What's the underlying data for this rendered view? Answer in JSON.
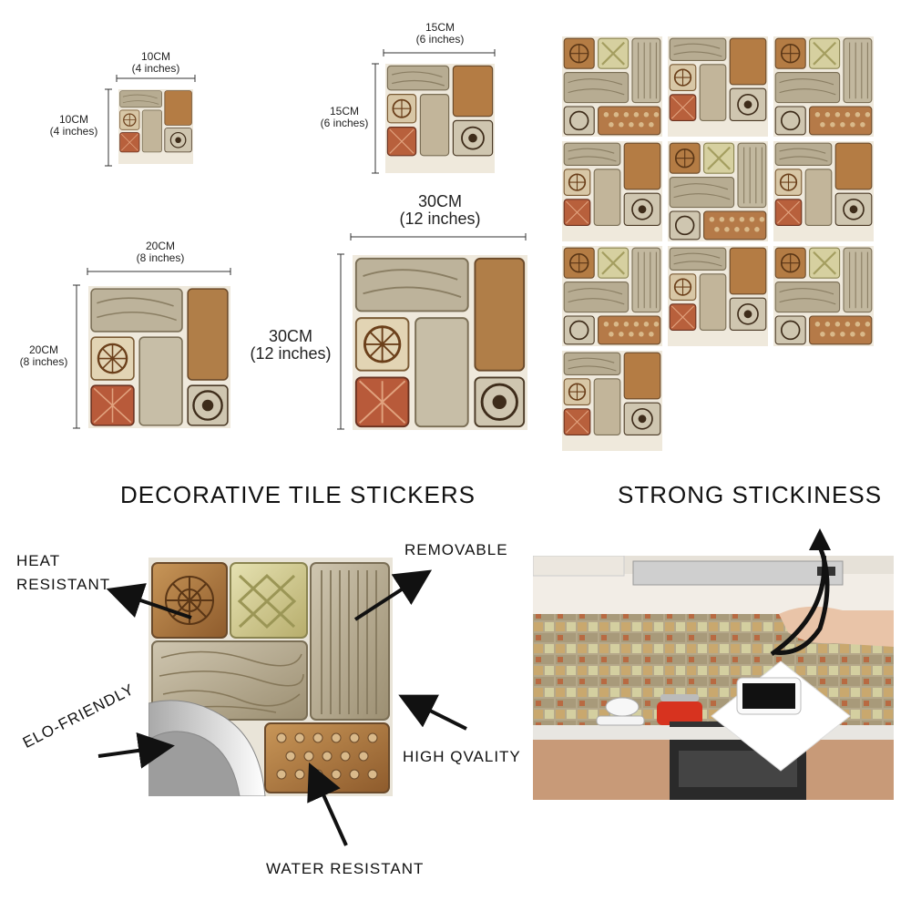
{
  "sizes": {
    "s10": {
      "width": "10CM",
      "width_in": "(4 inches)",
      "height": "10CM",
      "height_in": "(4 inches)"
    },
    "s15": {
      "width": "15CM",
      "width_in": "(6 inches)",
      "height": "15CM",
      "height_in": "(6 inches)"
    },
    "s20": {
      "width": "20CM",
      "width_in": "(8 inches)",
      "height": "20CM",
      "height_in": "(8 inches)"
    },
    "s30": {
      "width": "30CM",
      "width_in": "(12 inches)",
      "height": "30CM",
      "height_in": "(12 inches)"
    }
  },
  "headings": {
    "left": "DECORATIVE TILE STICKERS",
    "right": "STRONG STICKINESS"
  },
  "features": {
    "heat_resistant_1": "HEAT",
    "heat_resistant_2": "RESISTANT",
    "removable": "REMOVABLE",
    "eco_friendly": "ELO-FRIENDLY",
    "high_quality": "HIGH QVALITY",
    "water_resistant": "WATER RESISTANT"
  },
  "colors": {
    "stone": "#b8a88a",
    "rust": "#a8743e",
    "terracotta": "#b85a3a",
    "cream": "#d9cfae",
    "olive": "#c9c58a",
    "kitchen_wall": "#f2ede6",
    "cabinet": "#c89a78"
  }
}
